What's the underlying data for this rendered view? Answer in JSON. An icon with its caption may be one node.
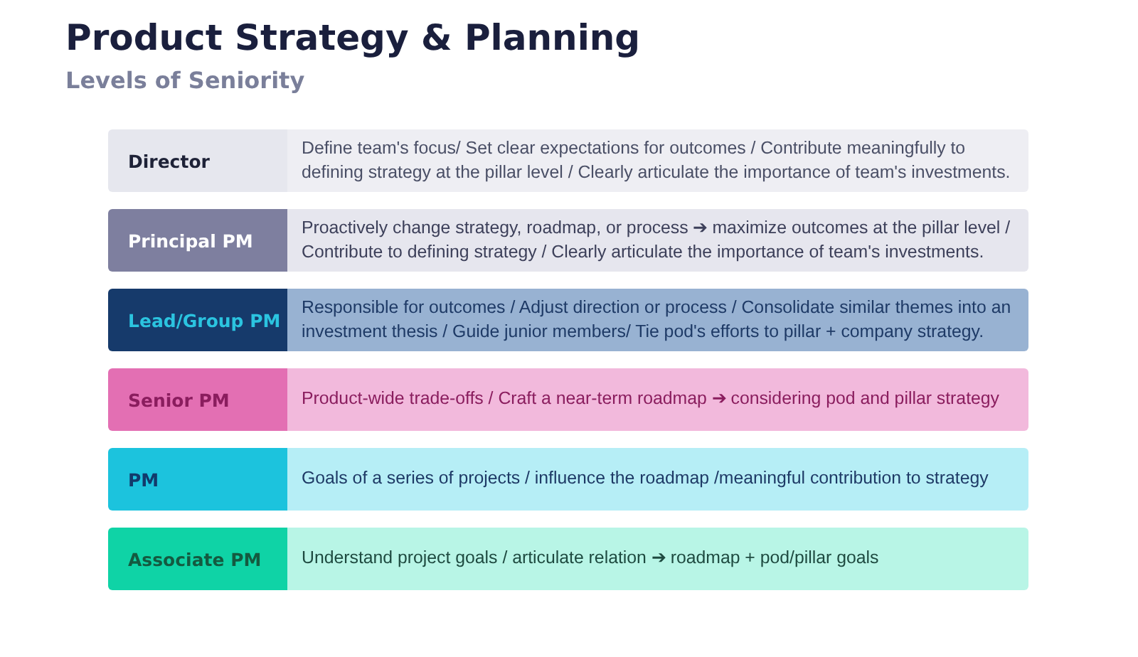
{
  "diagram": {
    "title": "Product Strategy & Planning",
    "caption": "Levels of Seniority",
    "nodes": [
      {
        "text": [
          "Director",
          "Define  team's focus/ Set clear expectations for outcomes / Contribute meaningfully to defining strategy at the pillar level / Clearly articulate the importance of team's investments."
        ]
      },
      {
        "text": [
          "Principal PM",
          "Proactively change strategy, roadmap, or process ➔ maximize outcomes at the pillar level / Contribute to defining strategy / Clearly articulate the importance of team's investments."
        ]
      },
      {
        "text": [
          "Lead/Group PM",
          "Responsible for outcomes / Adjust  direction or process / Consolidate similar themes into an investment thesis / Guide junior members/ Tie pod's efforts to pillar + company strategy."
        ]
      },
      {
        "text": [
          "Senior PM",
          "Product-wide trade-offs / Craft a near-term roadmap ➔  considering  pod and pillar strategy"
        ]
      },
      {
        "text": [
          "PM",
          "Goals of a series of projects /  influence the roadmap /meaningful contribution to strategy"
        ]
      },
      {
        "text": [
          "Associate PM",
          "Understand project goals / articulate relation  ➔  roadmap + pod/pillar goals"
        ]
      }
    ]
  }
}
